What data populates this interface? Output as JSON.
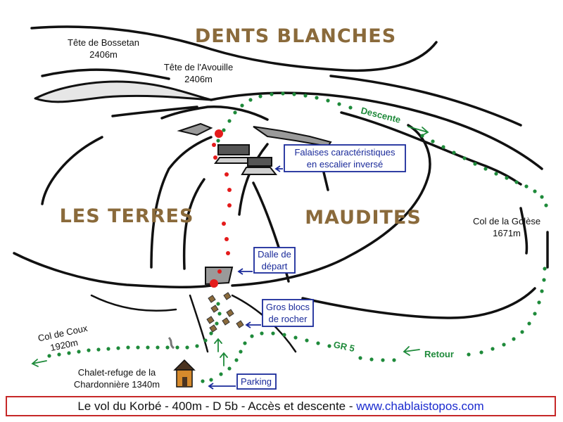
{
  "map": {
    "region_labels": {
      "dents_blanches": "DENTS BLANCHES",
      "les_terres": "LES TERRES",
      "maudites": "MAUDITES"
    },
    "peaks": [
      {
        "name": "Tête de Bossetan",
        "altitude": "2406m"
      },
      {
        "name": "Tête de l'Avouille",
        "altitude": "2406m"
      }
    ],
    "cols": [
      {
        "name": "Col de la Golèse",
        "altitude": "1671m"
      },
      {
        "name": "Col de Coux",
        "altitude": "1920m"
      }
    ],
    "chalet": {
      "line1": "Chalet-refuge de la",
      "line2": "Chardonnière 1340m"
    },
    "annotations": {
      "falaises": {
        "line1": "Falaises caractéristiques",
        "line2": "en escalier inversé"
      },
      "dalle": {
        "line1": "Dalle de",
        "line2": "départ"
      },
      "blocs": {
        "line1": "Gros blocs",
        "line2": "de rocher"
      },
      "parking": "Parking"
    },
    "path_labels": {
      "descente": "Descente",
      "retour": "Retour",
      "gr5": "GR 5"
    },
    "colors": {
      "route": "#e41b1b",
      "trail": "#1e8a3a",
      "annotation": "#1a2a9a",
      "region_text": "#8a6a3b",
      "footer_border": "#c62828"
    }
  },
  "footer": {
    "text": "Le vol du Korbé - 400m - D 5b - Accès et descente - ",
    "link": "www.chablaistopos.com"
  }
}
